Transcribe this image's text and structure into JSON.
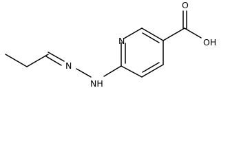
{
  "molecule": {
    "atoms": {
      "pyridine_n": "N",
      "hydrazone_n1": "N",
      "hydrazone_nh": "NH",
      "carbonyl_o": "O",
      "hydroxyl": "OH"
    }
  },
  "colors": {
    "bond": "#000000",
    "label": "#000000",
    "background": "#ffffff"
  }
}
